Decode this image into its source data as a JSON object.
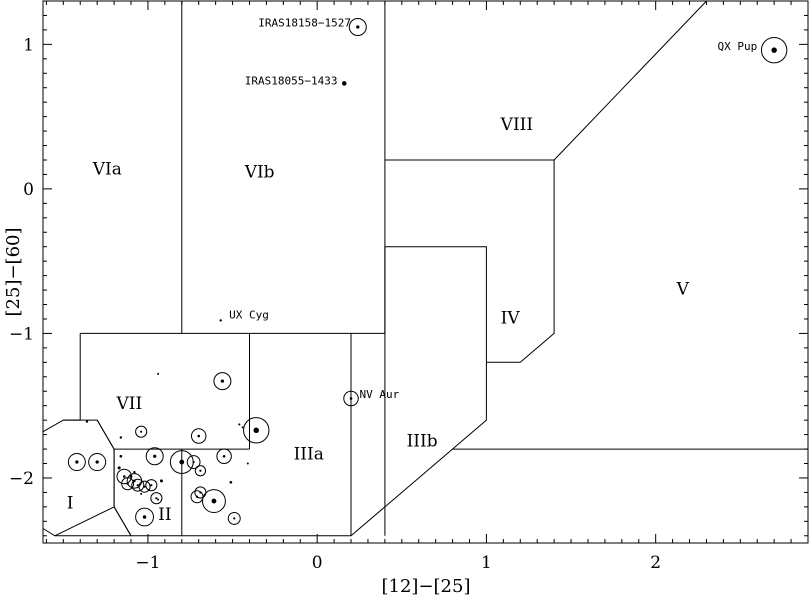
{
  "chart_data": {
    "type": "scatter",
    "xlabel": "[12]−[25]",
    "ylabel": "[25]−[60]",
    "xlim": [
      -1.62,
      2.9
    ],
    "ylim": [
      -2.45,
      1.3
    ],
    "grid": false,
    "x_ticks": [
      {
        "value": -1,
        "label": "−1"
      },
      {
        "value": 0,
        "label": "0"
      },
      {
        "value": 1,
        "label": "1"
      },
      {
        "value": 2,
        "label": "2"
      }
    ],
    "y_ticks": [
      {
        "value": -2,
        "label": "−2"
      },
      {
        "value": -1,
        "label": "−1"
      },
      {
        "value": 0,
        "label": "0"
      },
      {
        "value": 1,
        "label": "1"
      }
    ],
    "x_minor_step": 0.1,
    "y_minor_step": 0.1,
    "regions": [
      {
        "label": "I",
        "x": -1.46,
        "y": -2.17
      },
      {
        "label": "II",
        "x": -0.9,
        "y": -2.25
      },
      {
        "label": "IIIa",
        "x": -0.05,
        "y": -1.83
      },
      {
        "label": "IIIb",
        "x": 0.62,
        "y": -1.74
      },
      {
        "label": "IV",
        "x": 1.14,
        "y": -0.89
      },
      {
        "label": "V",
        "x": 2.16,
        "y": -0.69
      },
      {
        "label": "VIa",
        "x": -1.24,
        "y": 0.14
      },
      {
        "label": "VIb",
        "x": -0.34,
        "y": 0.12
      },
      {
        "label": "VII",
        "x": -1.11,
        "y": -1.48
      },
      {
        "label": "VIII",
        "x": 1.18,
        "y": 0.45
      }
    ],
    "boundaries": [
      [
        [
          -0.8,
          1.3
        ],
        [
          -0.8,
          -1.0
        ]
      ],
      [
        [
          -1.4,
          -1.0
        ],
        [
          0.4,
          -1.0
        ]
      ],
      [
        [
          0.4,
          1.3
        ],
        [
          0.4,
          -1.0
        ]
      ],
      [
        [
          -1.4,
          -1.0
        ],
        [
          -1.4,
          -1.6
        ]
      ],
      [
        [
          -1.4,
          -1.6
        ],
        [
          -1.5,
          -1.6
        ]
      ],
      [
        [
          -0.4,
          -1.0
        ],
        [
          -0.4,
          -1.8
        ]
      ],
      [
        [
          -1.2,
          -1.8
        ],
        [
          -0.4,
          -1.8
        ]
      ],
      [
        [
          -1.62,
          -1.68
        ],
        [
          -1.5,
          -1.6
        ],
        [
          -1.3,
          -1.6
        ],
        [
          -1.2,
          -1.8
        ],
        [
          -1.2,
          -2.2
        ],
        [
          -1.1,
          -2.4
        ],
        [
          -1.55,
          -2.4
        ],
        [
          -1.62,
          -2.35
        ]
      ],
      [
        [
          -1.3,
          -1.6
        ],
        [
          -1.2,
          -1.8
        ],
        [
          -1.2,
          -2.2
        ],
        [
          -1.55,
          -2.4
        ]
      ],
      [
        [
          -1.2,
          -2.2
        ],
        [
          -1.1,
          -2.4
        ],
        [
          -0.8,
          -2.4
        ],
        [
          -0.8,
          -1.8
        ]
      ],
      [
        [
          0.2,
          -1.0
        ],
        [
          0.2,
          -2.4
        ]
      ],
      [
        [
          -0.8,
          -2.4
        ],
        [
          0.2,
          -2.4
        ],
        [
          0.6,
          -2.0
        ],
        [
          1.0,
          -1.6
        ],
        [
          1.0,
          -0.4
        ],
        [
          0.4,
          -0.4
        ]
      ],
      [
        [
          0.4,
          -0.4
        ],
        [
          0.4,
          -2.4
        ]
      ],
      [
        [
          0.4,
          0.2
        ],
        [
          1.4,
          0.2
        ],
        [
          1.4,
          -1.0
        ],
        [
          1.2,
          -1.2
        ],
        [
          1.0,
          -1.2
        ]
      ],
      [
        [
          1.4,
          0.2
        ],
        [
          2.3,
          1.3
        ]
      ],
      [
        [
          0.8,
          -1.8
        ],
        [
          2.9,
          -1.8
        ]
      ]
    ],
    "points": [
      {
        "x": 0.24,
        "y": 1.12,
        "size": 1.5,
        "ring": true
      },
      {
        "x": 0.16,
        "y": 0.73,
        "size": 1.5,
        "ring": false
      },
      {
        "x": 2.7,
        "y": 0.96,
        "size": 2.5,
        "ring": true
      },
      {
        "x": -0.57,
        "y": -0.91,
        "size": 0.8,
        "ring": false
      },
      {
        "x": 0.2,
        "y": -1.45,
        "size": 1.2,
        "ring": true
      },
      {
        "x": -0.56,
        "y": -1.33,
        "size": 1.5,
        "ring": true
      },
      {
        "x": -0.36,
        "y": -1.67,
        "size": 2.5,
        "ring": true
      },
      {
        "x": -1.42,
        "y": -1.89,
        "size": 1.5,
        "ring": true
      },
      {
        "x": -1.3,
        "y": -1.89,
        "size": 1.5,
        "ring": true
      },
      {
        "x": -1.16,
        "y": -1.72,
        "size": 0.8,
        "ring": false
      },
      {
        "x": -1.04,
        "y": -1.68,
        "size": 0.8,
        "ring": true
      },
      {
        "x": -0.96,
        "y": -1.85,
        "size": 1.5,
        "ring": true
      },
      {
        "x": -0.94,
        "y": -1.28,
        "size": 0.5,
        "ring": false
      },
      {
        "x": -0.8,
        "y": -1.89,
        "size": 2.2,
        "ring": true
      },
      {
        "x": -0.73,
        "y": -1.89,
        "size": 1.0,
        "ring": true
      },
      {
        "x": -0.69,
        "y": -1.95,
        "size": 0.7,
        "ring": true
      },
      {
        "x": -0.7,
        "y": -1.71,
        "size": 1.2,
        "ring": true
      },
      {
        "x": -0.55,
        "y": -1.85,
        "size": 1.2,
        "ring": true
      },
      {
        "x": -0.46,
        "y": -1.63,
        "size": 0.7,
        "ring": false
      },
      {
        "x": -0.44,
        "y": -1.65,
        "size": 0.6,
        "ring": false
      },
      {
        "x": -1.08,
        "y": -1.96,
        "size": 0.8,
        "ring": false
      },
      {
        "x": -1.16,
        "y": -1.85,
        "size": 0.9,
        "ring": false
      },
      {
        "x": -1.17,
        "y": -1.93,
        "size": 1.0,
        "ring": false
      },
      {
        "x": -1.14,
        "y": -1.99,
        "size": 1.2,
        "ring": true
      },
      {
        "x": -1.1,
        "y": -1.99,
        "size": 0.9,
        "ring": false
      },
      {
        "x": -1.08,
        "y": -2.02,
        "size": 1.2,
        "ring": true
      },
      {
        "x": -1.12,
        "y": -2.04,
        "size": 0.9,
        "ring": true
      },
      {
        "x": -1.06,
        "y": -2.05,
        "size": 0.9,
        "ring": true
      },
      {
        "x": -1.02,
        "y": -2.06,
        "size": 0.8,
        "ring": true
      },
      {
        "x": -0.98,
        "y": -2.05,
        "size": 0.8,
        "ring": true
      },
      {
        "x": -0.92,
        "y": -2.02,
        "size": 1.0,
        "ring": false
      },
      {
        "x": -1.04,
        "y": -2.11,
        "size": 0.6,
        "ring": false
      },
      {
        "x": -0.95,
        "y": -2.14,
        "size": 0.8,
        "ring": true
      },
      {
        "x": -0.94,
        "y": -2.15,
        "size": 0.5,
        "ring": false
      },
      {
        "x": -1.02,
        "y": -2.27,
        "size": 1.6,
        "ring": true
      },
      {
        "x": -0.71,
        "y": -2.13,
        "size": 0.9,
        "ring": true
      },
      {
        "x": -0.69,
        "y": -2.1,
        "size": 0.8,
        "ring": true
      },
      {
        "x": -0.61,
        "y": -2.16,
        "size": 2.2,
        "ring": true
      },
      {
        "x": -0.51,
        "y": -2.03,
        "size": 0.9,
        "ring": false
      },
      {
        "x": -0.49,
        "y": -2.28,
        "size": 0.9,
        "ring": true
      },
      {
        "x": -0.41,
        "y": -1.9,
        "size": 0.5,
        "ring": false
      },
      {
        "x": -1.36,
        "y": -1.61,
        "size": 0.8,
        "ring": false
      }
    ],
    "annotations": [
      {
        "text": "IRAS18158−1527",
        "x": 0.2,
        "y": 1.15
      },
      {
        "text": "IRAS18055−1433",
        "x": 0.12,
        "y": 0.75
      },
      {
        "text": "QX Pup",
        "x": 2.6,
        "y": 0.99
      },
      {
        "text": "UX Cyg",
        "x": -0.52,
        "y": -0.87
      },
      {
        "text": "NV Aur",
        "x": 0.25,
        "y": -1.42
      }
    ]
  }
}
